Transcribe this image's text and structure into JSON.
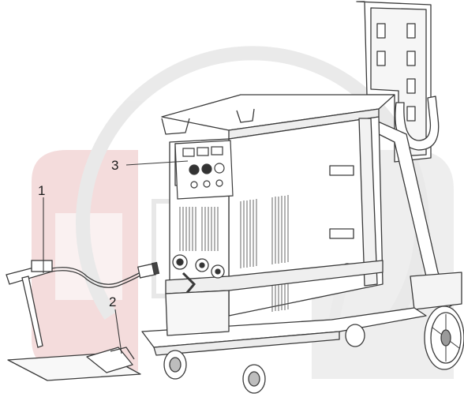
{
  "callouts": {
    "one": "1",
    "two": "2",
    "three": "3"
  },
  "colors": {
    "line": "#3a3a3a",
    "fill": "#ffffff",
    "shade": "#9a9a9a",
    "watermark_red": "#f2d3d3",
    "watermark_grey": "#e9e9e9"
  }
}
